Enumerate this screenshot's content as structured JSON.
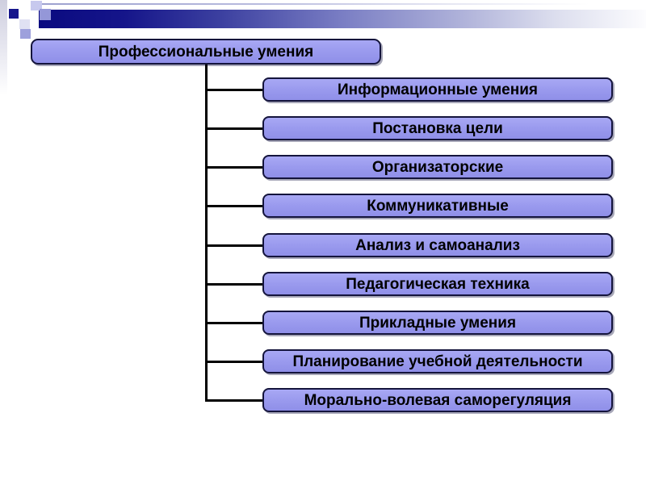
{
  "slide": {
    "title_node": "Профессиональные умения",
    "child_nodes": [
      "Информационные умения",
      "Постановка цели",
      "Организаторские",
      "Коммуникативные",
      "Анализ и самоанализ",
      "Педагогическая техника",
      "Прикладные умения",
      "Планирование учебной деятельности",
      "Морально-волевая саморегуляция"
    ],
    "colors": {
      "node_fill": "#9a9aee",
      "node_border": "#14143c",
      "connector": "#000000",
      "header_bar_dark": "#0a0a80",
      "header_bar_light": "#fcfcfe",
      "square_navy": "#16168c",
      "square_lavender": "#9497d8"
    }
  }
}
